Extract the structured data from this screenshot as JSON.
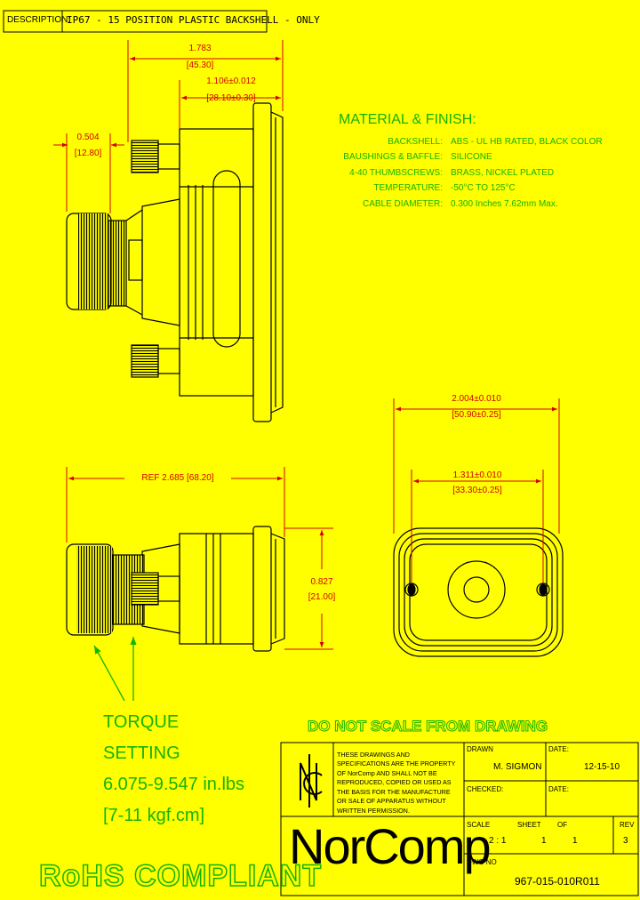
{
  "description": {
    "label": "DESCRIPTION:",
    "value": "IP67 - 15 POSITION PLASTIC BACKSHELL - ONLY"
  },
  "dimensions": {
    "overall_width": "1.783",
    "overall_width_mm": "[45.30]",
    "flange_width": "1.106±0.012",
    "flange_width_mm": "[28.10±0.30]",
    "screw_depth": "0.504",
    "screw_depth_mm": "[12.80]",
    "ref_length": "REF  2.685  [68.20]",
    "height": "0.827",
    "height_mm": "[21.00]",
    "mount_width": "2.004±0.010",
    "mount_width_mm": "[50.90±0.25]",
    "hole_spacing": "1.311±0.010",
    "hole_spacing_mm": "[33.30±0.25]"
  },
  "material": {
    "title": "MATERIAL & FINISH:",
    "items": [
      {
        "label": "BACKSHELL:",
        "value": "ABS - UL HB RATED, BLACK COLOR"
      },
      {
        "label": "BAUSHINGS & BAFFLE:",
        "value": "SILICONE"
      },
      {
        "label": "4-40 THUMBSCREWS:",
        "value": "BRASS, NICKEL PLATED"
      },
      {
        "label": "TEMPERATURE:",
        "value": "-50°C TO 125°C"
      },
      {
        "label": "CABLE DIAMETER:",
        "value": "0.300 Inches 7.62mm Max."
      }
    ]
  },
  "torque": {
    "line1": "TORQUE",
    "line2": "SETTING",
    "line3": "6.075-9.547 in.lbs",
    "line4": "[7-11 kgf.cm]"
  },
  "notes": {
    "do_not_scale": "DO NOT SCALE FROM DRAWING",
    "rohs": "RoHS COMPLIANT",
    "confidentiality": "THESE DRAWINGS AND SPECIFICATIONS ARE THE PROPERTY OF NorComp AND SHALL NOT BE REPRODUCED, COPIED OR USED AS THE BASIS FOR THE MANUFACTURE OR SALE OF APPARATUS WITHOUT WRITTEN PERMISSION."
  },
  "title_block": {
    "company": "NorComp",
    "drawn_label": "DRAWN",
    "drawn_value": "M. SIGMON",
    "date_label": "DATE:",
    "date_value": "12-15-10",
    "checked_label": "CHECKED:",
    "checked_date_label": "DATE:",
    "scale_label": "SCALE",
    "scale_value": "2 : 1",
    "sheet_label": "SHEET",
    "sheet_value": "1",
    "of_label": "OF",
    "of_value": "1",
    "rev_label": "REV",
    "rev_value": "3",
    "dwg_label": "DWG NO",
    "dwg_value": "967-015-010R011"
  },
  "colors": {
    "background": "#ffff00",
    "drawing": "#000000",
    "dimension": "#d40000",
    "notes": "#14b300"
  }
}
